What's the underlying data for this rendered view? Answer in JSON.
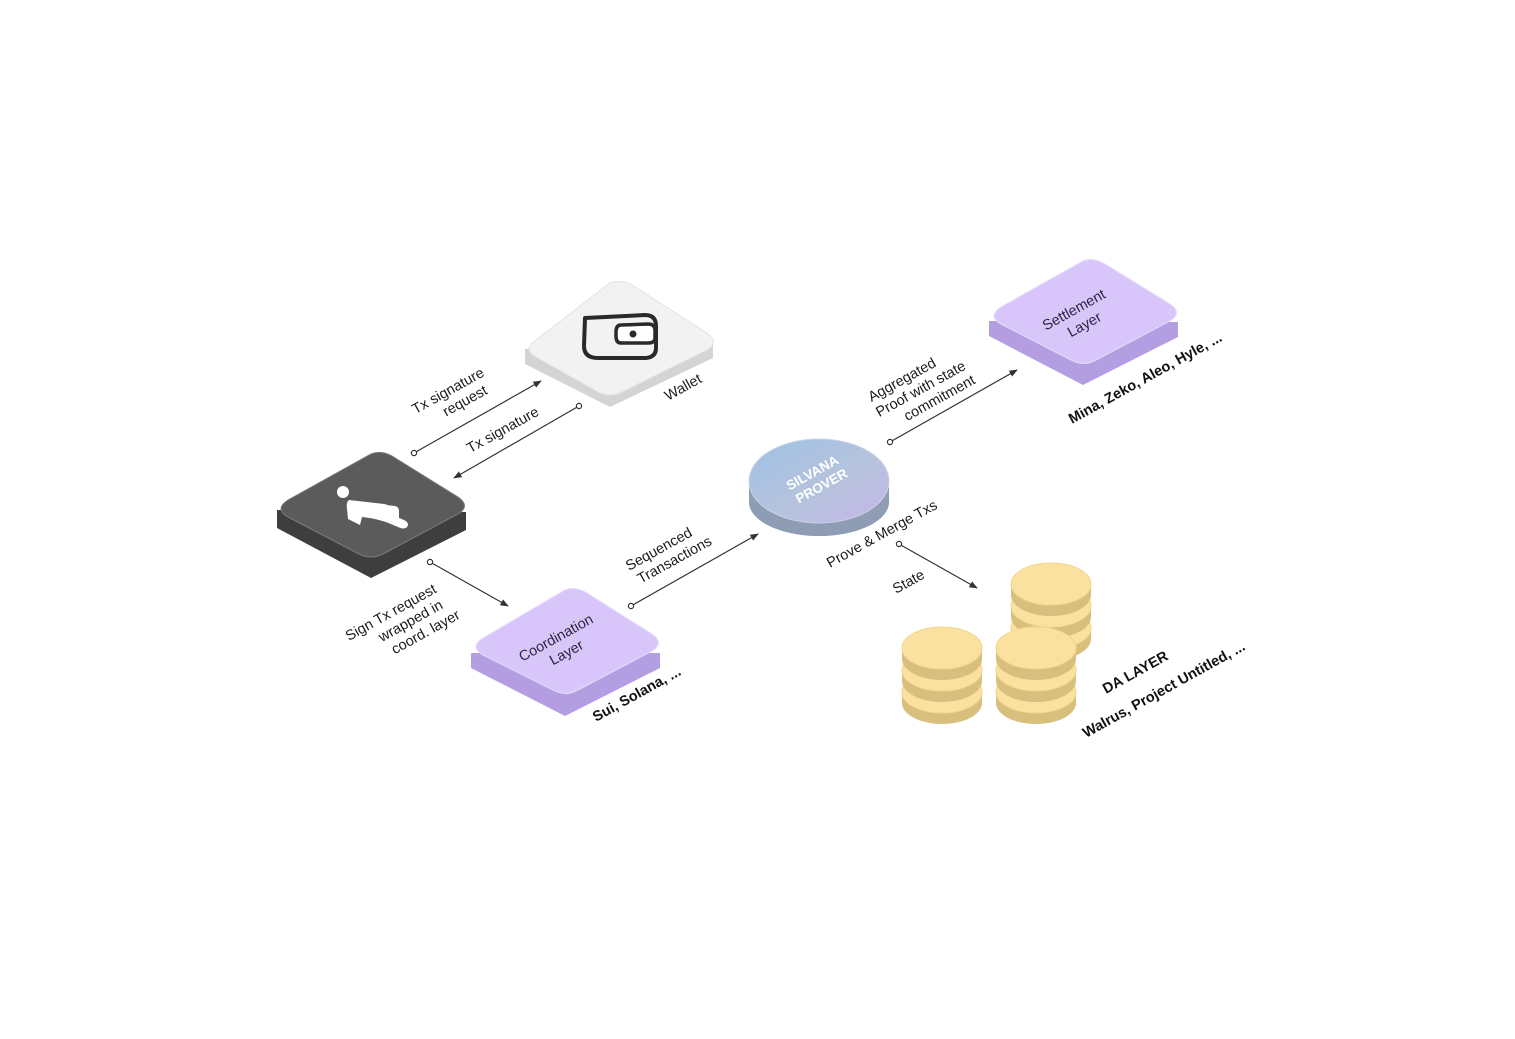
{
  "nodes": {
    "wallet": {
      "label": "Wallet"
    },
    "coordination": {
      "title_line1": "Coordination",
      "title_line2": "Layer",
      "chains": "Sui, Solana, ..."
    },
    "settlement": {
      "title_line1": "Settlement",
      "title_line2": "Layer",
      "chains": "Mina, Zeko, Aleo, Hyle, ..."
    },
    "prover": {
      "line1": "SILVANA",
      "line2": "PROVER",
      "caption": "Prove & Merge Txs"
    },
    "da": {
      "title": "DA LAYER",
      "chains": "Walrus, Project Untitled, ..."
    }
  },
  "edges": {
    "sig_request": {
      "line1": "Tx signature",
      "line2": "request"
    },
    "signature": {
      "line1": "Tx signature"
    },
    "sign_wrapped": {
      "line1": "Sign Tx request",
      "line2": "wrapped in",
      "line3": "coord. layer"
    },
    "sequenced": {
      "line1": "Sequenced",
      "line2": "Transactions"
    },
    "aggregated": {
      "line1": "Aggregated",
      "line2": "Proof with state",
      "line3": "commitment"
    },
    "state": {
      "line1": "State"
    }
  },
  "colors": {
    "purple_top": "#d8c6fb",
    "purple_side": "#b49ee2",
    "dark_top": "#5b5b5b",
    "dark_side": "#3e3e3e",
    "wallet_top": "#f2f2f2",
    "wallet_side": "#d4d4d4",
    "coin_top": "#fbe1a0",
    "coin_side": "#d9bf7e",
    "prover_side": "#8e9cb4"
  },
  "icons": {
    "user": "person-icon",
    "wallet": "wallet-icon"
  }
}
